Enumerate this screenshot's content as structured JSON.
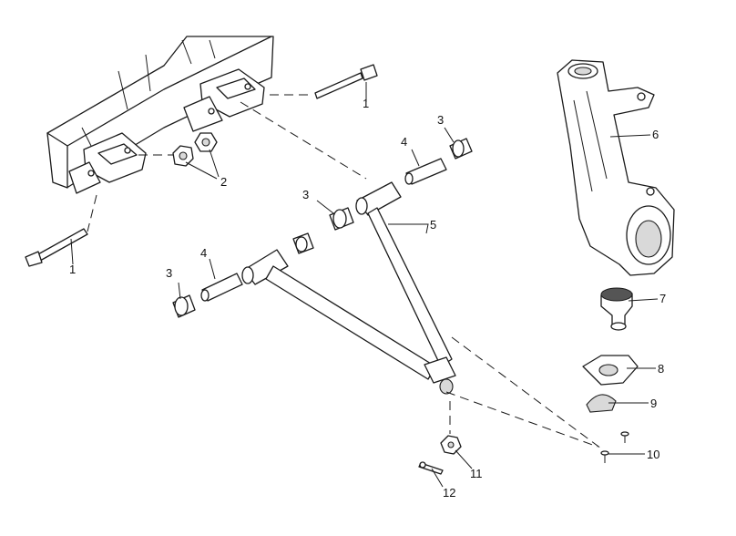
{
  "callouts": [
    {
      "id": "c1a",
      "label": "1"
    },
    {
      "id": "c1b",
      "label": "1"
    },
    {
      "id": "c2",
      "label": "2"
    },
    {
      "id": "c3a",
      "label": "3"
    },
    {
      "id": "c3b",
      "label": "3"
    },
    {
      "id": "c3c",
      "label": "3"
    },
    {
      "id": "c4a",
      "label": "4"
    },
    {
      "id": "c4b",
      "label": "4"
    },
    {
      "id": "c5",
      "label": "5"
    },
    {
      "id": "c6",
      "label": "6"
    },
    {
      "id": "c7",
      "label": "7"
    },
    {
      "id": "c8",
      "label": "8"
    },
    {
      "id": "c9",
      "label": "9"
    },
    {
      "id": "c10",
      "label": "10"
    },
    {
      "id": "c11",
      "label": "11"
    },
    {
      "id": "c12",
      "label": "12"
    }
  ],
  "colors": {
    "line": "#1a1a1a",
    "background": "#ffffff",
    "fill": "#d9d9d9"
  }
}
